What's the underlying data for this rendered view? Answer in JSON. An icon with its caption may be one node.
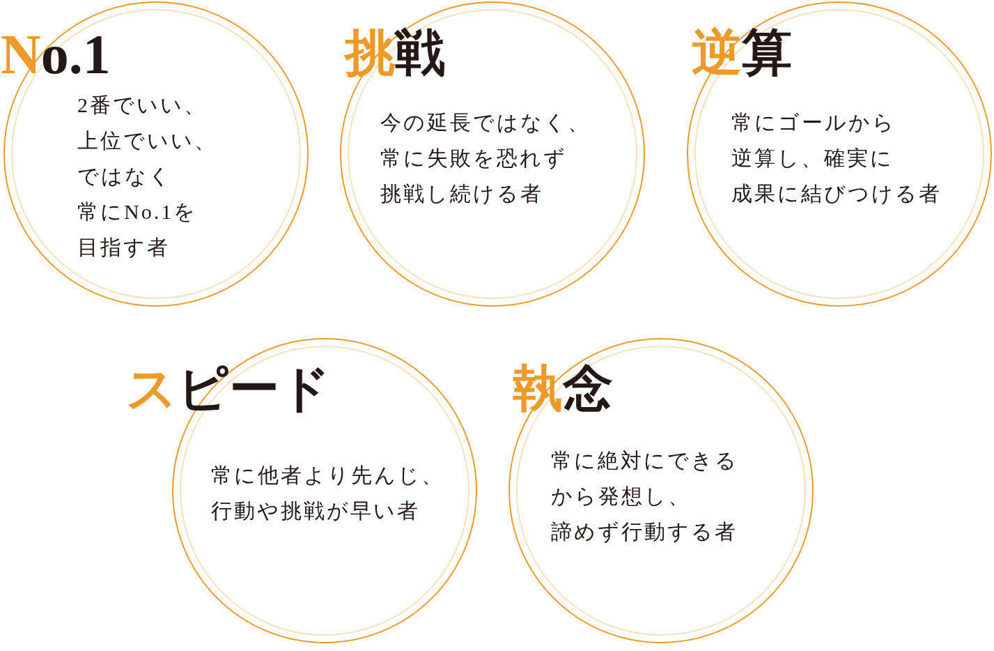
{
  "diagram": {
    "nodes": [
      {
        "text": [
          "No.1",
          "2番でいい、上位でいい、ではなく常にNo.1を目指す者"
        ]
      },
      {
        "text": [
          "挑戦",
          "今の延長ではなく、常に失敗を恐れず挑戦し続ける者"
        ]
      },
      {
        "text": [
          "逆算",
          "常にゴールから逆算し、確実に成果に結びつける者"
        ]
      },
      {
        "text": [
          "スピード",
          "常に他者より先んじ、行動や挑戦が早い者"
        ]
      },
      {
        "text": [
          "執念",
          "常に絶対にできるから発想し、諦めず行動する者"
        ]
      }
    ]
  }
}
